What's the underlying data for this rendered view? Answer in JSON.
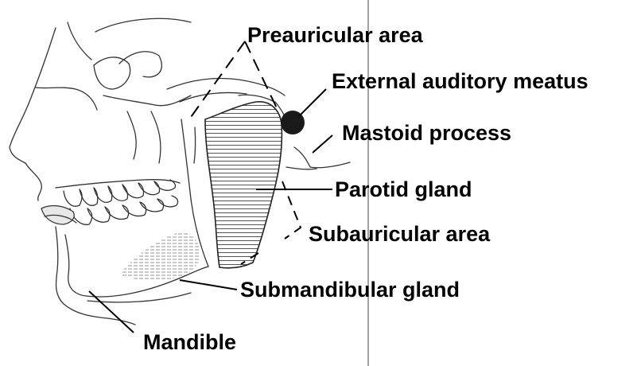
{
  "labels": {
    "preauricular": "Preauricular area",
    "external_auditory_meatus": "External auditory meatus",
    "mastoid_process": "Mastoid process",
    "parotid_gland": "Parotid gland",
    "subauricular": "Subauricular area",
    "submandibular_gland": "Submandibular gland",
    "mandible": "Mandible"
  }
}
